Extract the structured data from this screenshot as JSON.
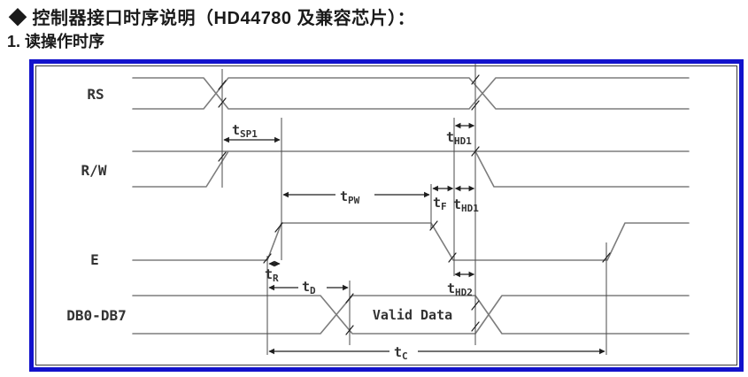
{
  "page": {
    "title": "◆ 控制器接口时序说明（HD44780 及兼容芯片）：",
    "subtitle": "1. 读操作时序"
  },
  "diagram": {
    "signals": [
      {
        "label": "RS"
      },
      {
        "label": "R/W"
      },
      {
        "label": "E"
      },
      {
        "label": "DB0-DB7"
      }
    ],
    "bus_value": "Valid Data",
    "timing": {
      "tsp1": {
        "base": "t",
        "sub": "SP1"
      },
      "thd1_top": {
        "base": "t",
        "sub": "HD1"
      },
      "tpw": {
        "base": "t",
        "sub": "PW"
      },
      "tf": {
        "base": "t",
        "sub": "F"
      },
      "thd1_bottom": {
        "base": "t",
        "sub": "HD1"
      },
      "tr": {
        "base": "t",
        "sub": "R"
      },
      "td": {
        "base": "t",
        "sub": "D"
      },
      "thd2": {
        "base": "t",
        "sub": "HD2"
      },
      "tc": {
        "base": "t",
        "sub": "C"
      }
    },
    "colors": {
      "border_blue": "#1212cc",
      "frame_line": "#3a3a3a",
      "waveform_gray": "#7d7d7d",
      "refline_gray": "#4a4a4a",
      "dimension_dark": "#1f1f1f",
      "label_text": "#333333"
    }
  }
}
